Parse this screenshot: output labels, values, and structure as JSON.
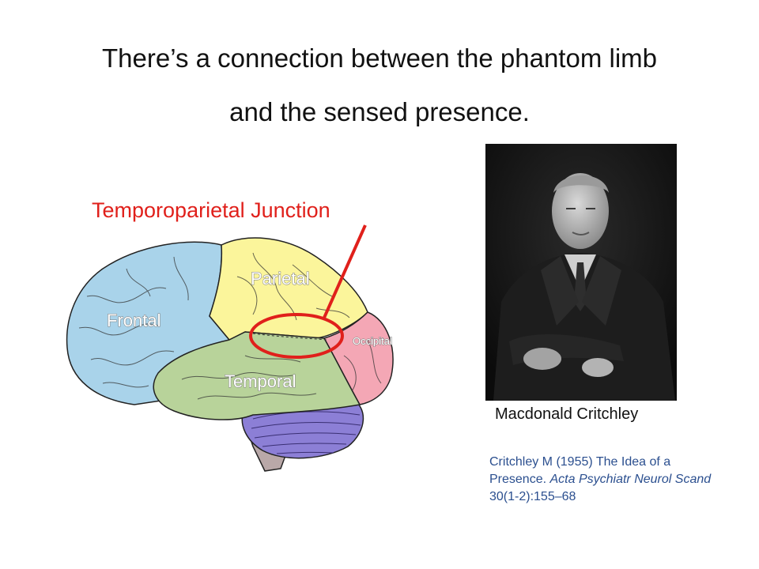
{
  "slide": {
    "title_line1": "There’s a connection between the phantom limb",
    "title_line2": "and the sensed presence."
  },
  "brain_figure": {
    "junction_label": "Temporoparietal Junction",
    "lobes": {
      "frontal": "Frontal",
      "parietal": "Parietal",
      "temporal": "Temporal",
      "occipital": "Occipital"
    },
    "colors": {
      "frontal": "#a9d3ea",
      "parietal": "#fbf59b",
      "temporal": "#b8d39a",
      "occipital": "#f4a7b5",
      "cerebellum": "#8c7fd6",
      "brainstem": "#b9a8a8",
      "highlight": "#e0201b"
    }
  },
  "portrait": {
    "caption": "Macdonald Critchley"
  },
  "citation": {
    "part1": "Critchley M (1955) The Idea of a Presence. ",
    "journal": "Acta Psychiatr Neurol Scand",
    "part2": " 30(1-2):155–68"
  }
}
